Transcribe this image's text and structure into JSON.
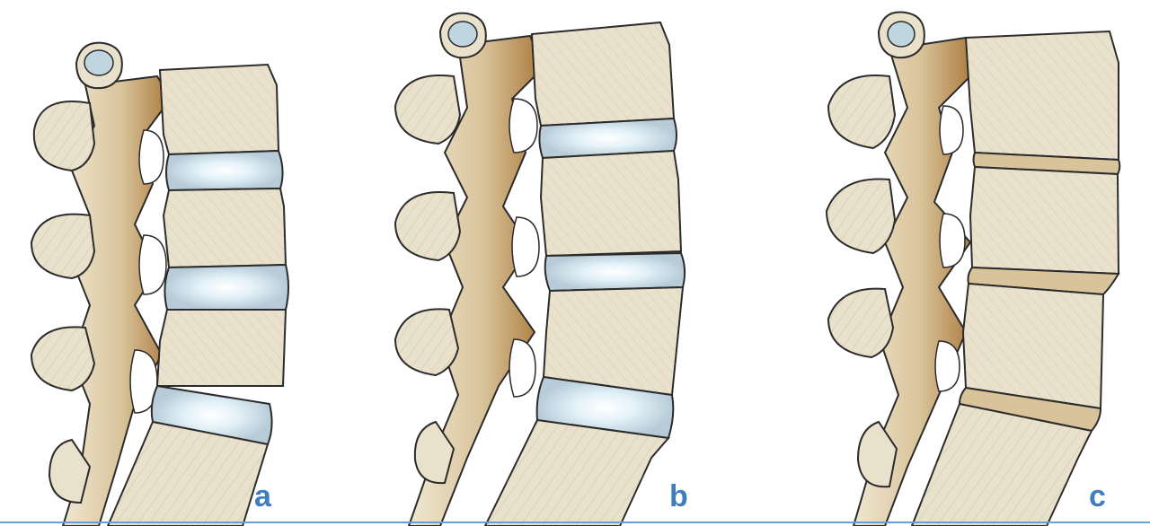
{
  "panels": [
    {
      "label": "a",
      "disc_state": "healthy"
    },
    {
      "label": "b",
      "disc_state": "thinned"
    },
    {
      "label": "c",
      "disc_state": "collapsed"
    }
  ],
  "colors": {
    "bone_fill": "#e9e1cc",
    "bone_shade": "#b98a4e",
    "outline": "#2b2b2b",
    "disc_fill": "#c9dbe6",
    "disc_highlight": "#f4fbff",
    "label_accent": "#3f7fc0",
    "rule": "#6a9fd6"
  }
}
